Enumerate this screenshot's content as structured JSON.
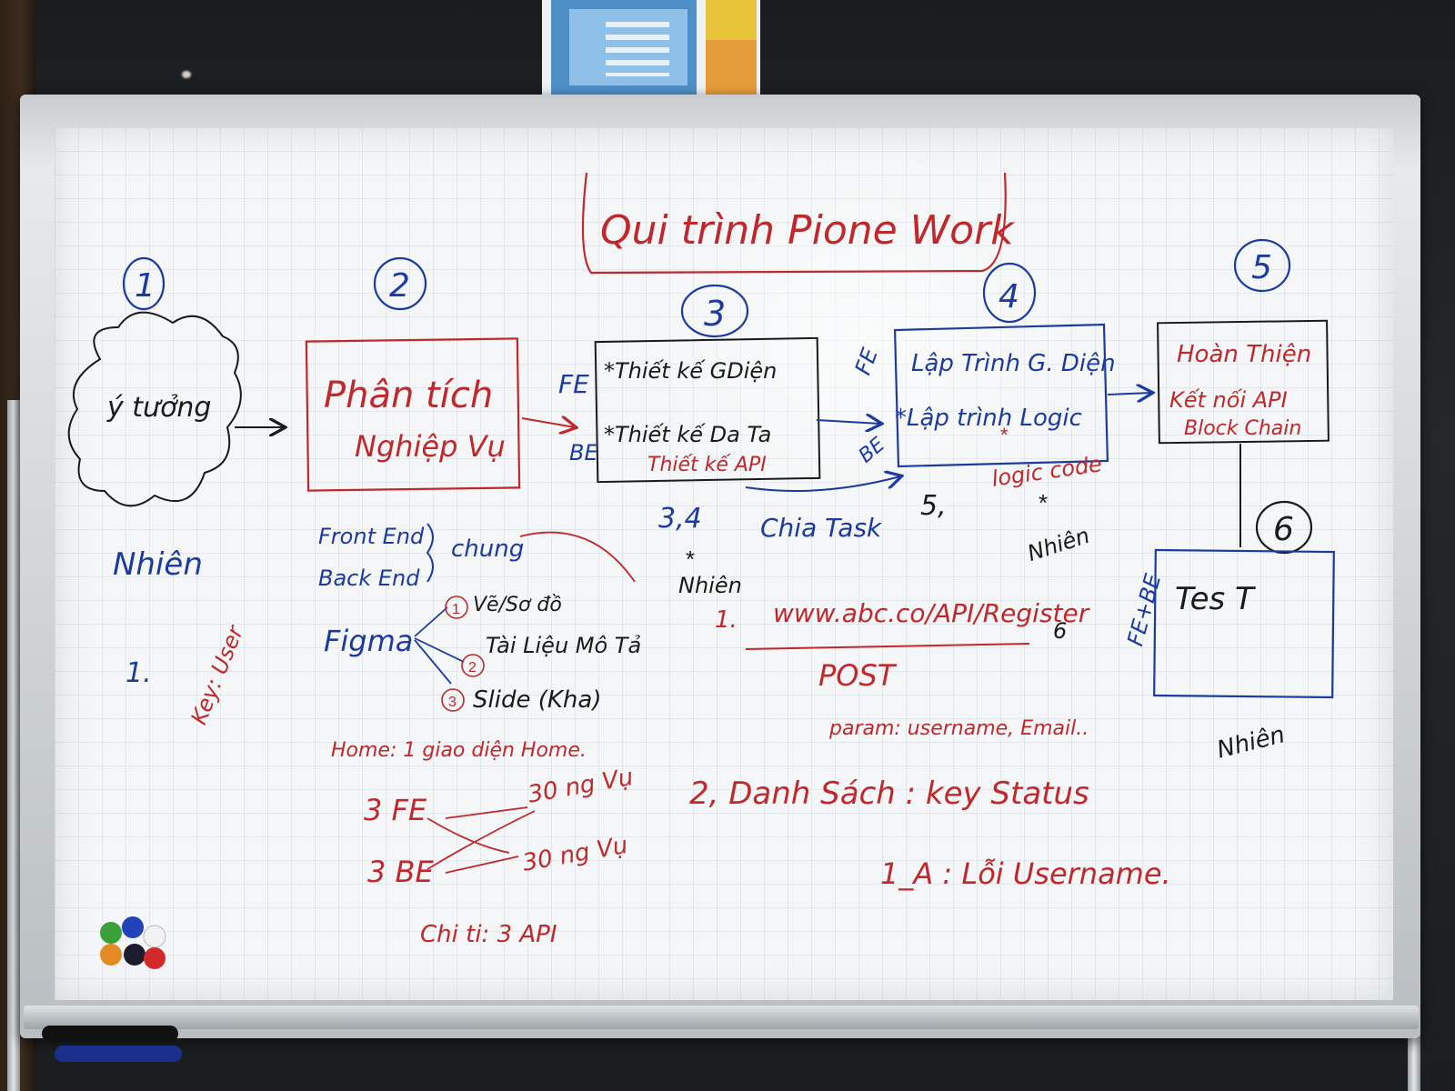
{
  "title": "Qui trình Pione Work",
  "steps": [
    {
      "num": "1",
      "label": "ý tưởng"
    },
    {
      "num": "2",
      "line1": "Phân tích",
      "line2": "Nghiệp Vụ"
    },
    {
      "num": "3",
      "fe_tag": "FE",
      "be_tag": "BE",
      "fe_item": "*Thiết kế GDiện",
      "be_item": "*Thiết kế Da Ta",
      "be_sub": "Thiết kế API"
    },
    {
      "num": "4",
      "fe_tag": "FE",
      "be_tag": "BE",
      "fe_item": "Lập Trình G. Diện",
      "be_item": "*Lập trình Logic"
    },
    {
      "num": "5",
      "line1": "Hoàn Thiện",
      "line2": "Kết nối API",
      "line3": "Block Chain"
    },
    {
      "num": "6",
      "label": "Tes T"
    }
  ],
  "notes": {
    "nhien_1": "Nhiên",
    "key_user": "Key: User",
    "item_1": "1.",
    "frontend": "Front End",
    "backend": "Back End",
    "chung": "chung",
    "figma": "Figma",
    "fig_1": "Vẽ/Sơ đồ",
    "fig_2": "Tài Liệu Mô Tả",
    "fig_3": "Slide (Kha)",
    "fig_1_num": "1",
    "fig_2_num": "2",
    "fig_3_num": "3",
    "home": "Home: 1 giao diện Home.",
    "fe3": "3 FE",
    "be3": "3 BE",
    "nv30a": "30 ng Vụ",
    "nv30b": "30 ng Vụ",
    "chiti": "Chi ti: 3 API",
    "n34": "3,4",
    "chia_task": "Chia Task",
    "n5": "5,",
    "nhien_3": "Nhiên",
    "logic_code": "logic code",
    "nhien_4": "Nhiên",
    "url_1": "1.",
    "url": "www.abc.co/API/Register",
    "url_6": "6",
    "post": "POST",
    "param": "param: username, Email..",
    "danh_sach": "2, Danh Sách : key Status",
    "loi": "1_A : Lỗi Username.",
    "febe": "FE+BE",
    "nhien_6": "Nhiên"
  },
  "colors": {
    "red": "#c0282c",
    "blue": "#1c3aa0",
    "black": "#1a1a1a",
    "board": "#f4f6f7"
  },
  "magnets": [
    "green",
    "blue",
    "white",
    "orange",
    "navy",
    "red"
  ]
}
